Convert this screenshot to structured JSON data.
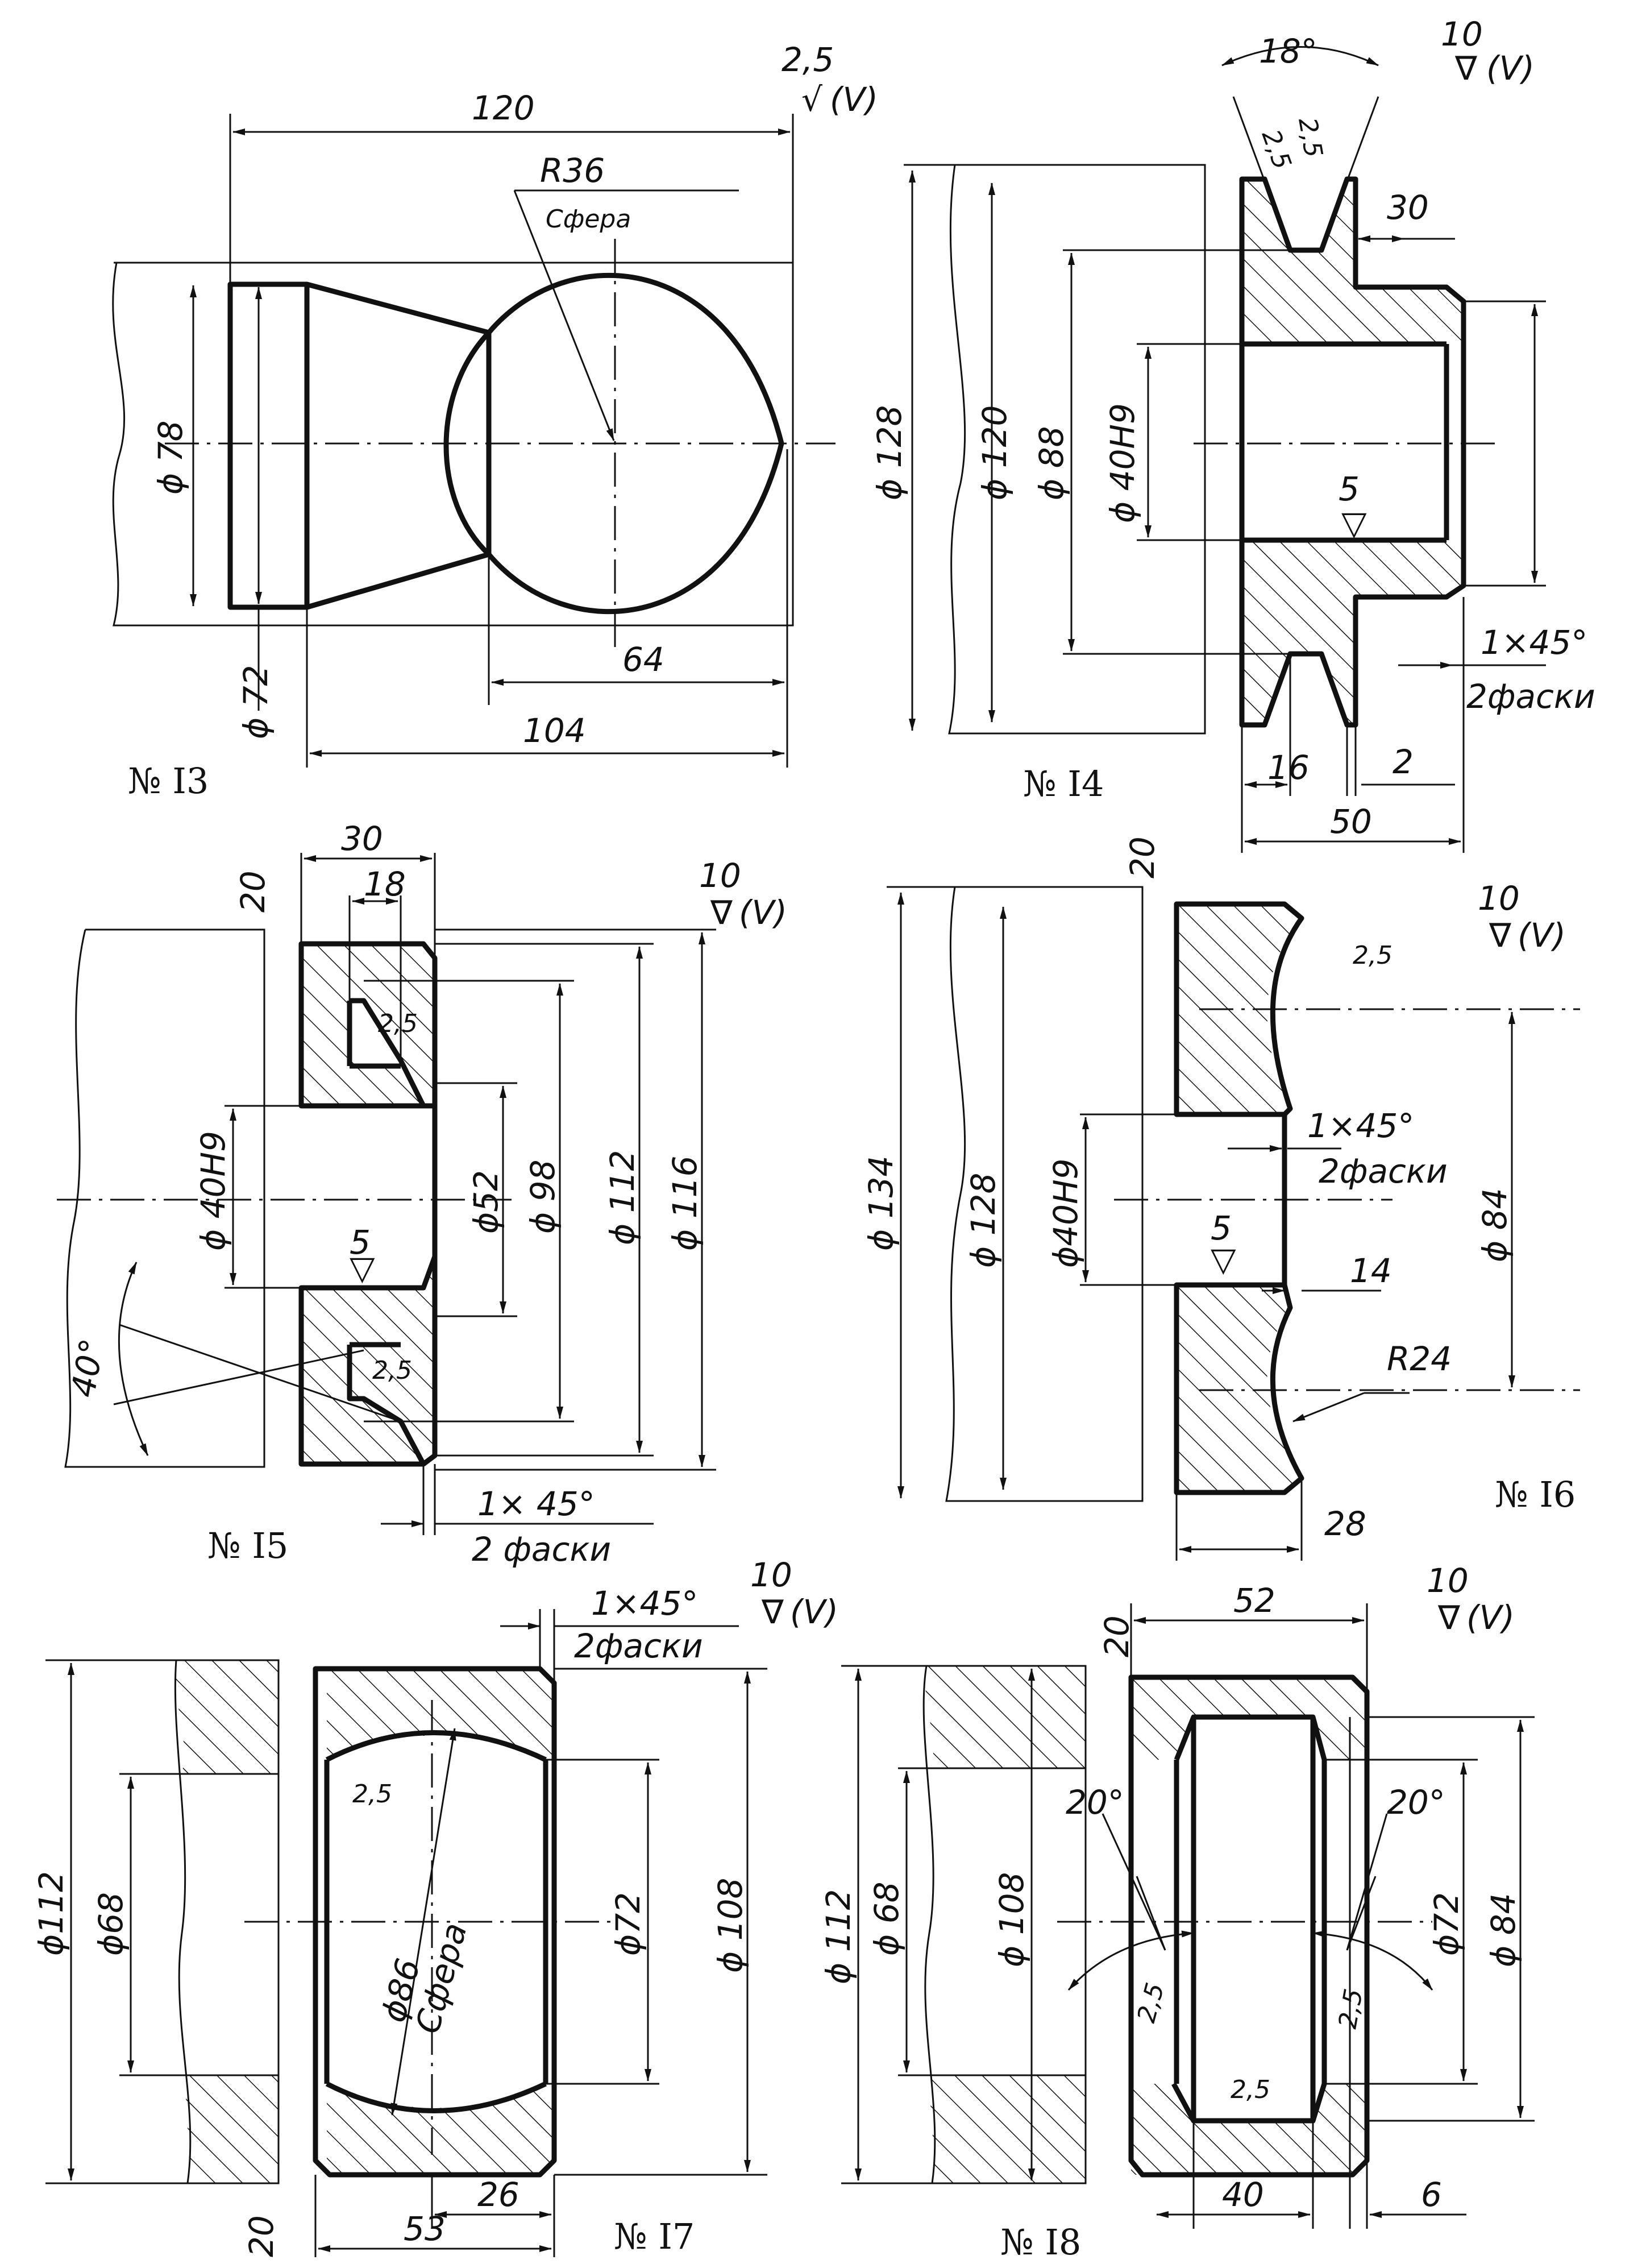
{
  "figures": {
    "f13": {
      "label": "№ I3",
      "surface": "2,5",
      "surface_suffix": "(V)",
      "d120": "120",
      "r36": "R36",
      "sphere": "Сфера",
      "dia78": "ϕ 78",
      "dia72": "ϕ 72",
      "d64": "64",
      "d104": "104"
    },
    "f14": {
      "label": "№ I4",
      "surface": "10",
      "surface_suffix": "(V)",
      "angle": "18°",
      "r1": "2,5",
      "r2": "2,5",
      "d30": "30",
      "dia128": "ϕ 128",
      "dia120": "ϕ 120",
      "dia88": "ϕ 88",
      "dia40": "ϕ 40H9",
      "r5": "5",
      "chamfer": "1×45°",
      "chamfer2": "2фаски",
      "d16": "16",
      "d2": "2",
      "d50": "50"
    },
    "f15": {
      "label": "№ I5",
      "surface": "10",
      "surface_suffix": "(V)",
      "r20": "20",
      "d30": "30",
      "d18": "18",
      "r25a": "2,5",
      "r25b": "2,5",
      "r5": "5",
      "dia40": "ϕ 40H9",
      "dia52": "ϕ52",
      "dia98": "ϕ 98",
      "dia112": "ϕ 112",
      "dia116": "ϕ 116",
      "angle": "40°",
      "chamfer": "1× 45°",
      "chamfer2": "2 фаски"
    },
    "f16": {
      "label": "№ I6",
      "surface": "10",
      "surface_suffix": "(V)",
      "r20": "20",
      "r25": "2,5",
      "chamfer": "1×45°",
      "chamfer2": "2фаски",
      "dia134": "ϕ 134",
      "dia128": "ϕ 128",
      "dia40": "ϕ40H9",
      "dia84": "ϕ 84",
      "r5": "5",
      "d14": "14",
      "r24": "R24",
      "d28": "28"
    },
    "f17": {
      "label": "№ I7",
      "surface": "10",
      "surface_suffix": "(V)",
      "chamfer": "1×45°",
      "chamfer2": "2фаски",
      "r25": "2,5",
      "r20": "20",
      "dia112": "ϕ112",
      "dia68": "ϕ68",
      "dia86": "ϕ86",
      "sphere": "Сфера",
      "dia72": "ϕ72",
      "dia108": "ϕ 108",
      "d26": "26",
      "d53": "53"
    },
    "f18": {
      "label": "№ I8",
      "surface": "10",
      "surface_suffix": "(V)",
      "r20": "20",
      "d52": "52",
      "a20l": "20°",
      "a20r": "20°",
      "dia112": "ϕ 112",
      "dia68": "ϕ 68",
      "dia108": "ϕ 108",
      "dia72": "ϕ72",
      "dia84": "ϕ 84",
      "r25a": "2,5",
      "r25b": "2,5",
      "r25c": "2,5",
      "d40": "40",
      "d6": "6"
    }
  }
}
